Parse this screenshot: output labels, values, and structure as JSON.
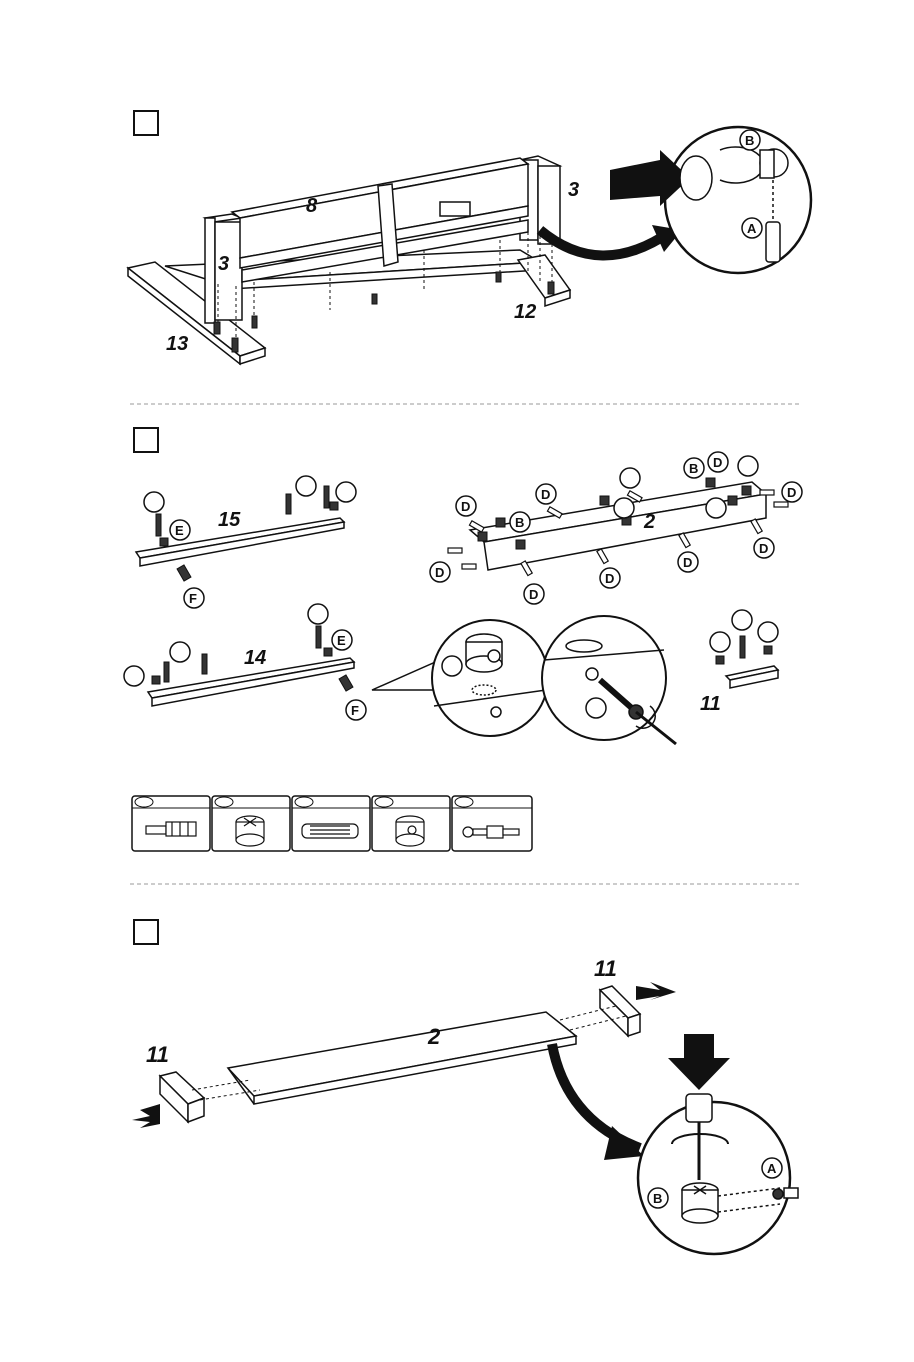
{
  "page": {
    "background": "#ffffff",
    "ink": "#111111",
    "divider": "#999999"
  },
  "steps": [
    {
      "parts": [
        "13",
        "12",
        "3",
        "3",
        "8"
      ],
      "hardware": [
        "B",
        "A"
      ]
    },
    {
      "parts": [
        "15",
        "14",
        "2",
        "11"
      ],
      "hardware": [
        "E",
        "F",
        "D",
        "B"
      ]
    },
    {
      "parts": [
        "11",
        "2",
        "11"
      ],
      "hardware": [
        "B",
        "A"
      ]
    }
  ],
  "legend": {
    "items": [
      {
        "icon": "expansion-bolt-icon"
      },
      {
        "icon": "cam-lock-icon"
      },
      {
        "icon": "wood-dowel-icon"
      },
      {
        "icon": "barrel-nut-icon"
      },
      {
        "icon": "cam-bolt-icon"
      }
    ]
  },
  "icons": [
    "arrow-icon",
    "magnifier-circle-icon",
    "rotate-icon",
    "screwdriver-icon"
  ]
}
